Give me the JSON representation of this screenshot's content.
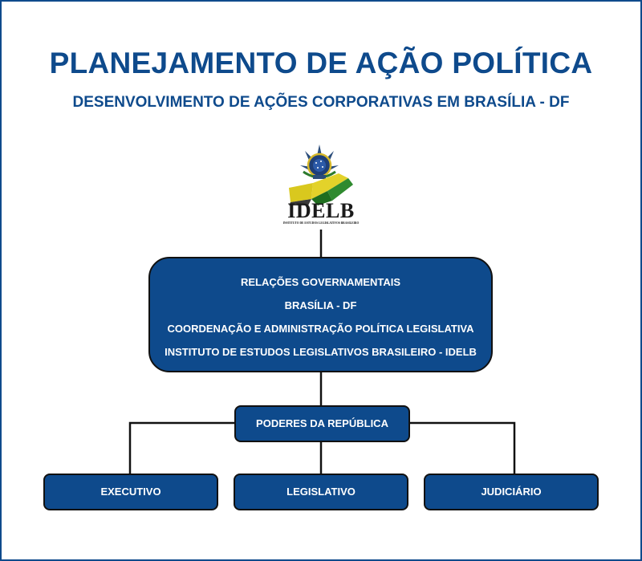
{
  "header": {
    "title": "PLANEJAMENTO DE AÇÃO POLÍTICA",
    "subtitle": "DESENVOLVIMENTO DE AÇÕES CORPORATIVAS EM BRASÍLIA - DF"
  },
  "logo": {
    "name": "IDELB",
    "tagline": "INSTITUTO DE ESTUDOS LEGISLATIVOS BRASILEIRO"
  },
  "main_box": {
    "lines": [
      "RELAÇÕES GOVERNAMENTAIS",
      "BRASÍLIA - DF",
      "COORDENAÇÃO E ADMINISTRAÇÃO POLÍTICA LEGISLATIVA",
      "INSTITUTO DE ESTUDOS LEGISLATIVOS BRASILEIRO - IDELB"
    ]
  },
  "poderes": {
    "label": "PODERES DA REPÚBLICA"
  },
  "branches": [
    {
      "label": "EXECUTIVO"
    },
    {
      "label": "LEGISLATIVO"
    },
    {
      "label": "JUDICIÁRIO"
    }
  ],
  "colors": {
    "primary": "#0e4a8c",
    "border": "#111111",
    "text_on_box": "#ffffff"
  }
}
